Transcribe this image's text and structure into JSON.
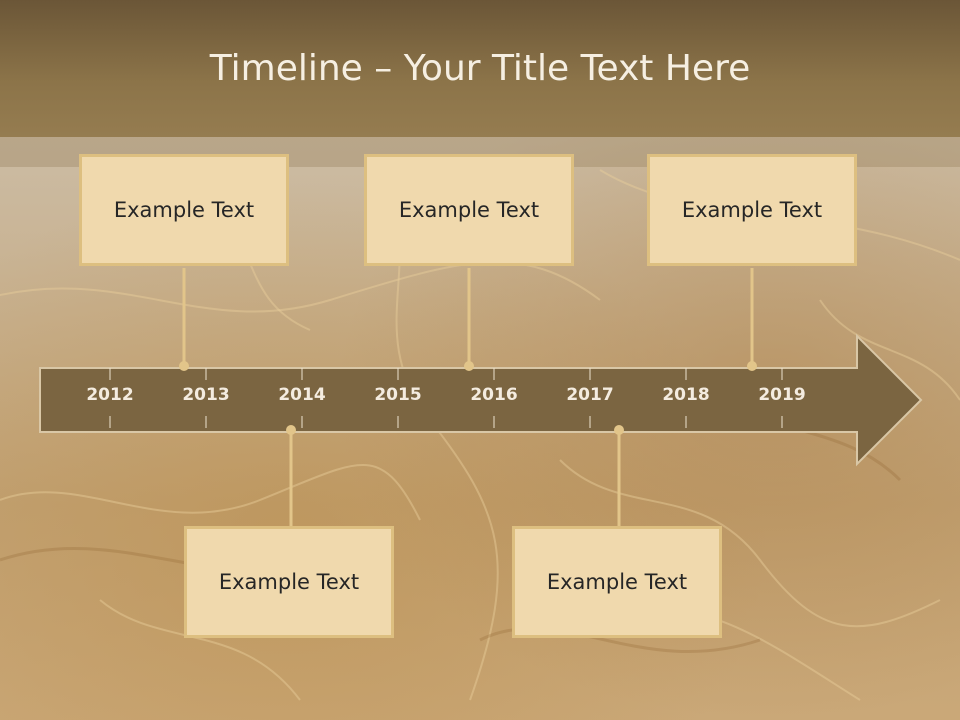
{
  "slide": {
    "title": "Timeline – Your Title Text Here"
  },
  "timeline": {
    "years": [
      "2012",
      "2013",
      "2014",
      "2015",
      "2016",
      "2017",
      "2018",
      "2019"
    ],
    "events": [
      {
        "label": "Example Text",
        "position": "above"
      },
      {
        "label": "Example Text",
        "position": "below"
      },
      {
        "label": "Example Text",
        "position": "above"
      },
      {
        "label": "Example Text",
        "position": "below"
      },
      {
        "label": "Example Text",
        "position": "above"
      }
    ]
  },
  "colors": {
    "header": "#8c7449",
    "arrow_fill": "#7b6541",
    "card_fill": "#f0d9ad",
    "card_border": "#ddbf80",
    "connector": "#e2c58a"
  }
}
